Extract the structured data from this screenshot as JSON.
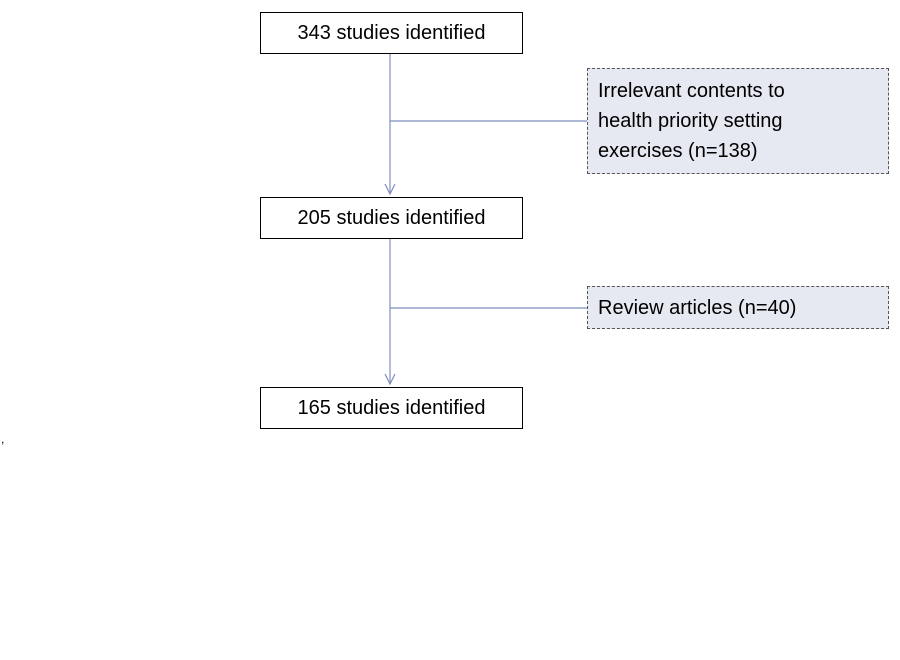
{
  "boxes": [
    {
      "label": "343 studies identified"
    },
    {
      "label": "205 studies identified"
    },
    {
      "label": "165 studies identified"
    }
  ],
  "exclusions": [
    {
      "lines": [
        "Irrelevant contents to",
        "health priority setting",
        "exercises (n=138)"
      ]
    },
    {
      "lines": [
        "Review articles (n=40)"
      ]
    }
  ],
  "colors": {
    "arrow": "#7f8ebd",
    "exclusion_fill": "#e6e8f2"
  },
  "stray_mark": ","
}
